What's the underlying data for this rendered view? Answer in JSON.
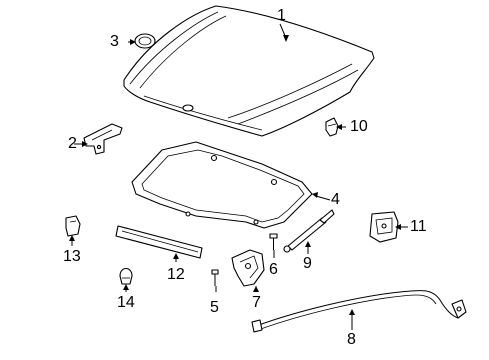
{
  "callouts": [
    {
      "id": "1",
      "text": "1"
    },
    {
      "id": "2",
      "text": "2"
    },
    {
      "id": "3",
      "text": "3"
    },
    {
      "id": "4",
      "text": "4"
    },
    {
      "id": "5",
      "text": "5"
    },
    {
      "id": "6",
      "text": "6"
    },
    {
      "id": "7",
      "text": "7"
    },
    {
      "id": "8",
      "text": "8"
    },
    {
      "id": "9",
      "text": "9"
    },
    {
      "id": "10",
      "text": "10"
    },
    {
      "id": "11",
      "text": "11"
    },
    {
      "id": "12",
      "text": "12"
    },
    {
      "id": "13",
      "text": "13"
    },
    {
      "id": "14",
      "text": "14"
    }
  ],
  "colors": {
    "line": "#000000",
    "background": "#ffffff"
  }
}
